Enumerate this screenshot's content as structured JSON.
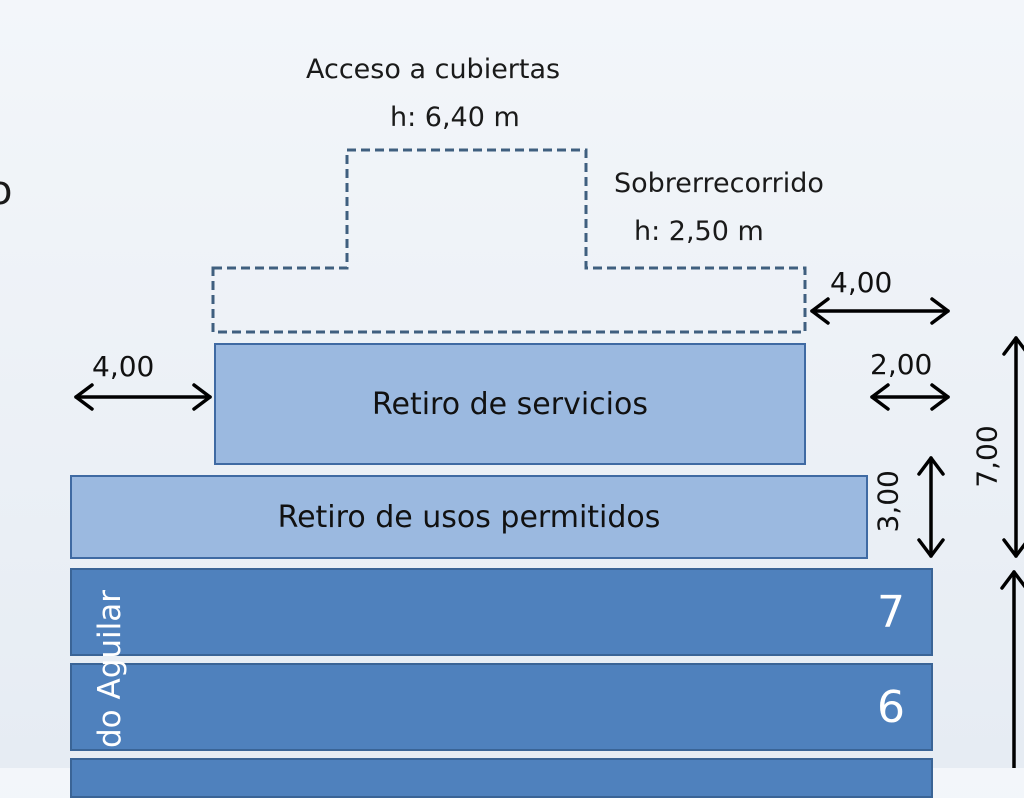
{
  "cut_glyph": "o",
  "roof_access": {
    "title": "Acceso a cubiertas",
    "height": "h: 6,40 m"
  },
  "overrun": {
    "title": "Sobrerrecorrido",
    "height": "h: 2,50 m"
  },
  "blocks": {
    "services": "Retiro de servicios",
    "permitted_uses": "Retiro de usos permitidos"
  },
  "floors": [
    "7",
    "6"
  ],
  "vertical_label": "do Aguilar",
  "dimensions": {
    "left_setback": "4,00",
    "top_right_setback": "4,00",
    "right_setback": "2,00",
    "uses_height": "3,00",
    "total_height": "7,00"
  }
}
